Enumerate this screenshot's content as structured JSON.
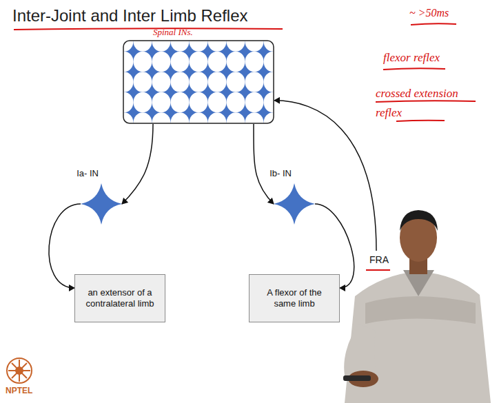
{
  "diagram": {
    "title": "Inter-Joint and Inter Limb Reflex",
    "nodes": [
      {
        "text": [
          "Spinal INs."
        ]
      },
      {
        "text": [
          "Ia- IN"
        ]
      },
      {
        "text": [
          "Ib- IN"
        ]
      },
      {
        "text": [
          "an extensor of a contralateral limb"
        ]
      },
      {
        "text": [
          "A flexor of the same limb"
        ]
      },
      {
        "text": [
          "FRA"
        ]
      }
    ],
    "edges": [
      {
        "from": 0,
        "to": 1,
        "arrow": "to"
      },
      {
        "from": 0,
        "to": 2,
        "arrow": "to"
      },
      {
        "from": 1,
        "to": 3,
        "arrow": "to"
      },
      {
        "from": 2,
        "to": 4,
        "arrow": "to"
      },
      {
        "from": 5,
        "to": 0,
        "arrow": "to"
      }
    ],
    "labels": [
      "~ >50ms",
      "flexor reflex",
      "crossed extension reflex",
      "NPTEL"
    ]
  }
}
